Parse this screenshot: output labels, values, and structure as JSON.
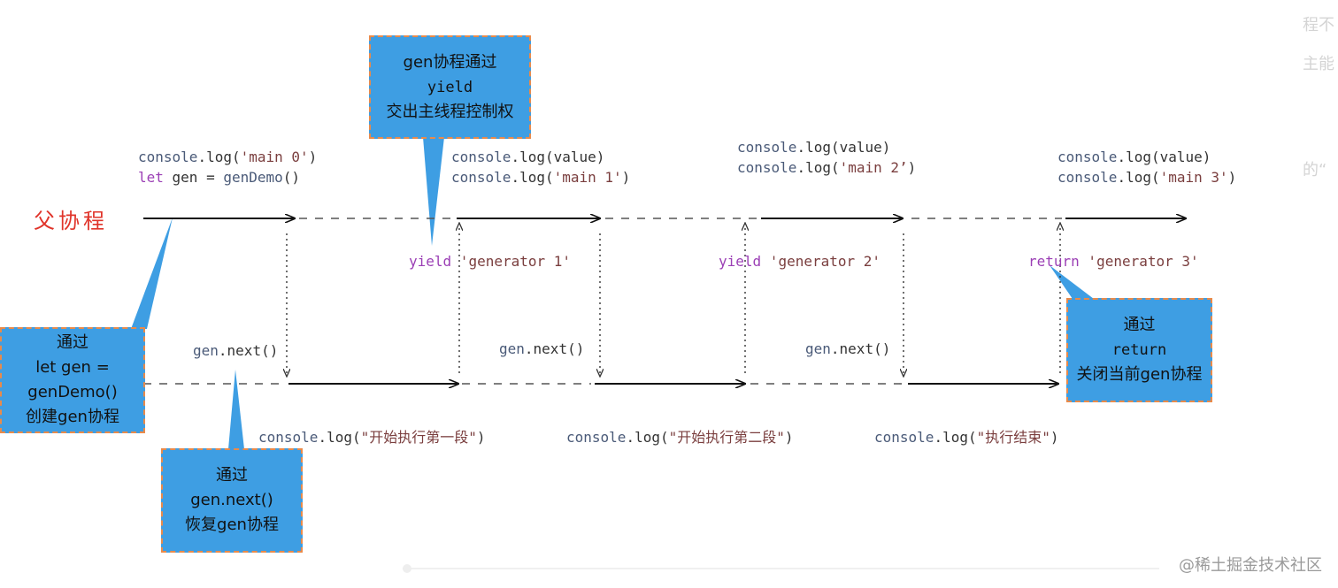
{
  "labels": {
    "parent_coroutine": "父协程"
  },
  "main_code": {
    "block0": {
      "line1": [
        "console",
        ".log(",
        "'main 0'",
        ")"
      ],
      "line2": [
        "let",
        " gen = ",
        "genDemo",
        "()"
      ]
    },
    "block1": {
      "line1": [
        "console",
        ".log(value)"
      ],
      "line2": [
        "console",
        ".log(",
        "'main 1'",
        ")"
      ]
    },
    "block2": {
      "line1": [
        "console",
        ".log(value)"
      ],
      "line2": [
        "console",
        ".log(",
        "'main 2’",
        ")"
      ]
    },
    "block3": {
      "line1": [
        "console",
        ".log(value)"
      ],
      "line2": [
        "console",
        ".log(",
        "'main 3'",
        ")"
      ]
    }
  },
  "yields": [
    {
      "kw": "yield",
      "str": " 'generator 1'"
    },
    {
      "kw": "yield",
      "str": " 'generator 2'"
    },
    {
      "kw": "return",
      "str": " 'generator 3'"
    }
  ],
  "next_calls": [
    {
      "obj": "gen",
      "call": ".next()"
    },
    {
      "obj": "gen",
      "call": ".next()"
    },
    {
      "obj": "gen",
      "call": ".next()"
    }
  ],
  "gen_logs": [
    {
      "fn": "console",
      "call": ".log(",
      "str": "\"开始执行第一段\"",
      "end": ")"
    },
    {
      "fn": "console",
      "call": ".log(",
      "str": "\"开始执行第二段\"",
      "end": ")"
    },
    {
      "fn": "console",
      "call": ".log(",
      "str": "\"执行结束\"",
      "end": ")"
    }
  ],
  "callouts": {
    "yield_box": {
      "line1": "gen协程通过",
      "line2": "yield",
      "line3": "交出主线程控制权"
    },
    "create_box": {
      "line1": "通过",
      "line2": "let gen =",
      "line3": "genDemo()",
      "line4": "创建gen协程"
    },
    "next_box": {
      "line1": "通过",
      "line2": "gen.next()",
      "line3": "恢复gen协程"
    },
    "return_box": {
      "line1": "通过",
      "line2": "return",
      "line3": "关闭当前gen协程"
    }
  },
  "edge_text": {
    "line1": "程不",
    "line2": "主能",
    "line3": "的“"
  },
  "watermark": "@稀土掘金技术社区",
  "colors": {
    "callout_fill": "#3e9ee3",
    "callout_border": "#e98a4a",
    "parent_label": "#e0342a",
    "keyword": "#9b3fb5",
    "string": "#7a3e3e",
    "function": "#4a5a78"
  }
}
